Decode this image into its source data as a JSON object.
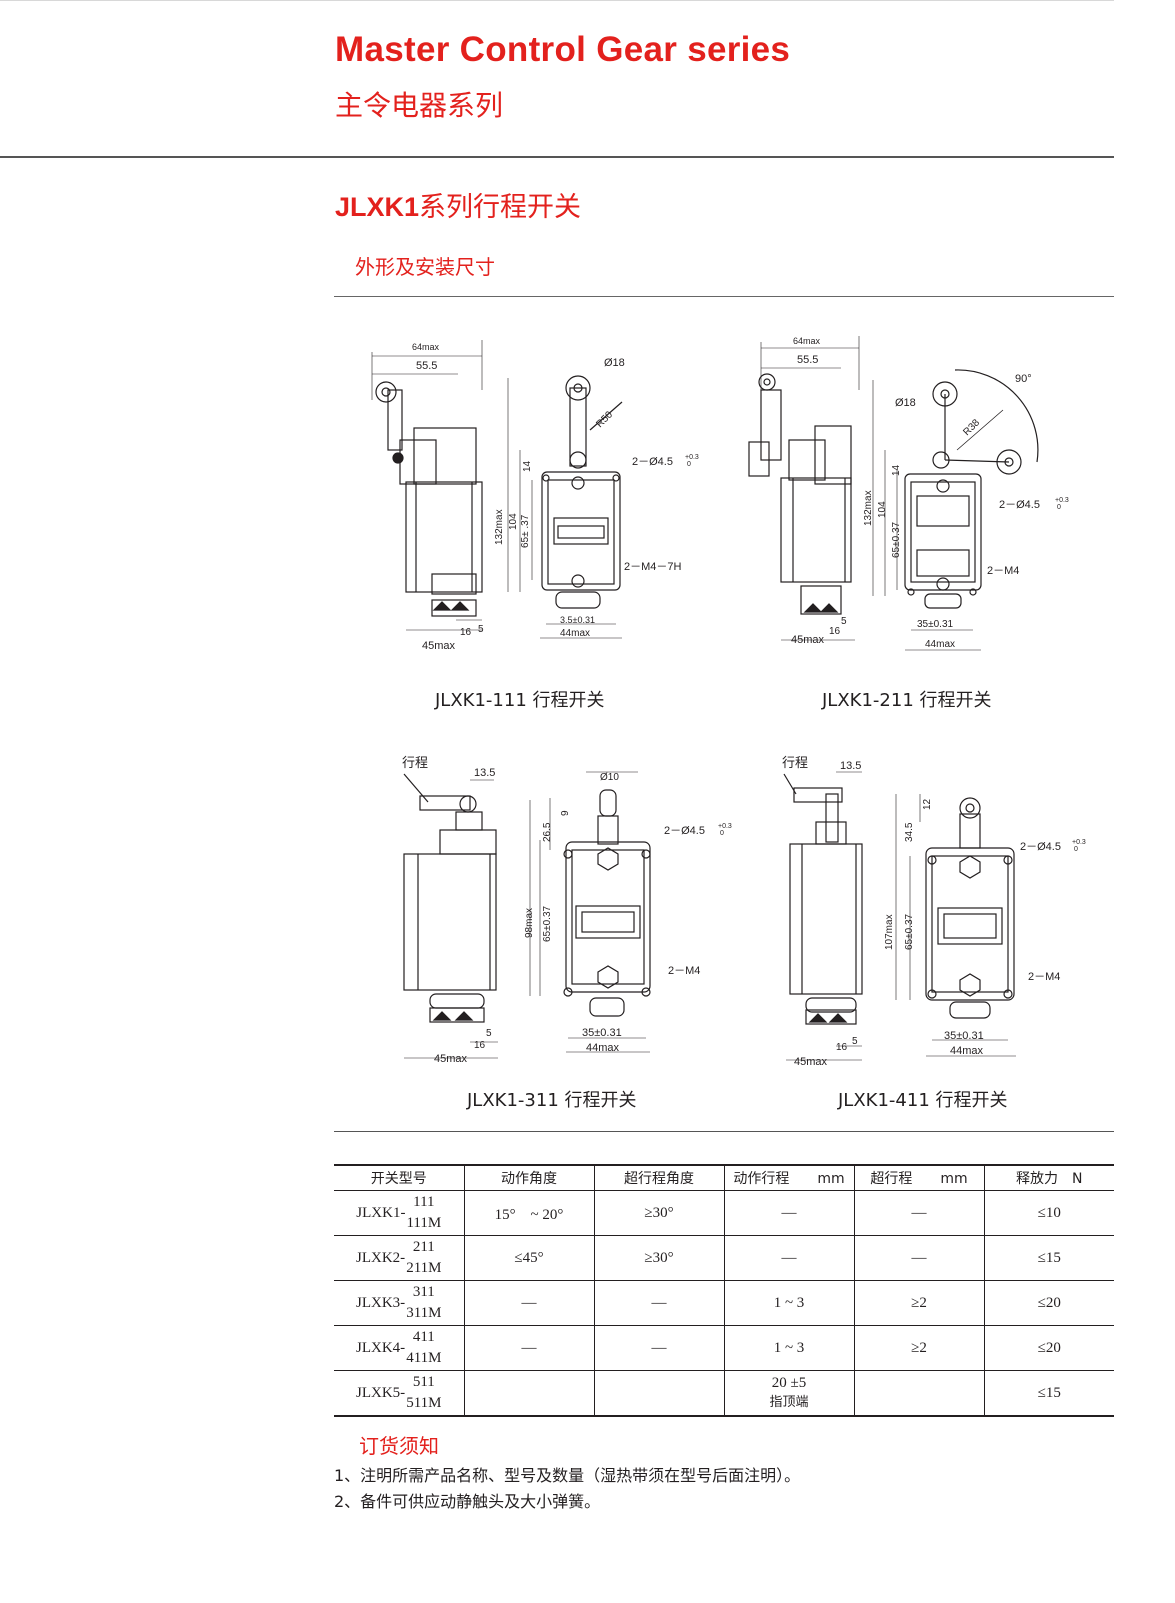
{
  "header": {
    "title_en": "Master Control Gear series",
    "title_cn": "主令电器系列"
  },
  "series": {
    "code": "JLXK1",
    "name": "系列行程开关"
  },
  "section_title": "外形及安装尺寸",
  "drawings": {
    "d111": {
      "caption": "JLXK1-111 行程开关",
      "dims": {
        "max64": "64max",
        "w55": "55.5",
        "dia18": "Ø18",
        "r50": "R50",
        "hole": "2－Ø4.5",
        "tol": "+0.3",
        "tol0": "0",
        "h132": "132max",
        "h104": "104",
        "h65": "65± .37",
        "h14": "14",
        "m4": "2－M4－7H",
        "s35": "3.5±0.31",
        "w44": "44max",
        "d5": "5",
        "d16": "16",
        "w45": "45max"
      }
    },
    "d211": {
      "caption": "JLXK1-211 行程开关",
      "dims": {
        "max64": "64max",
        "w55": "55.5",
        "angle": "90°",
        "dia18": "Ø18",
        "r38": "R38",
        "hole": "2－Ø4.5",
        "tol": "+0.3",
        "tol0": "0",
        "h132": "132max",
        "h104": "104",
        "h65": "65±0.37",
        "h14": "14",
        "m4": "2－M4",
        "s35": "35±0.31",
        "w44": "44max",
        "d5": "5",
        "d16": "16",
        "w45": "45max"
      }
    },
    "d311": {
      "caption": "JLXK1-311 行程开关",
      "dims": {
        "stroke": "行程",
        "w135": "13.5",
        "dia10": "Ø10",
        "h9": "9",
        "h265": "26.5",
        "hole": "2－Ø4.5",
        "tol": "+0.3",
        "tol0": "0",
        "h98": "98max",
        "h65": "65±0.37",
        "m4": "2－M4",
        "s35": "35±0.31",
        "w44": "44max",
        "d5": "5",
        "d16": "16",
        "w45": "45max"
      }
    },
    "d411": {
      "caption": "JLXK1-411 行程开关",
      "dims": {
        "stroke": "行程",
        "w135": "13.5",
        "h12": "12",
        "h345": "34.5",
        "hole": "2－Ø4.5",
        "tol": "+0.3",
        "tol0": "0",
        "h107": "107max",
        "h65": "65±0.37",
        "m4": "2－M4",
        "s35": "35±0.31",
        "w44": "44max",
        "d5": "5",
        "d16": "16",
        "w45": "45max"
      }
    }
  },
  "table": {
    "headers": [
      "开关型号",
      "动作角度",
      "超行程角度",
      "动作行程　　mm",
      "超行程　　mm",
      "释放力　N"
    ],
    "rows": [
      {
        "prefix": "JLXK1-",
        "top": "111",
        "bottom": "111M",
        "angle": "15°　~ 20°",
        "over_angle": "≥30°",
        "stroke": "—",
        "over_stroke": "—",
        "release": "≤10"
      },
      {
        "prefix": "JLXK2-",
        "top": "211",
        "bottom": "211M",
        "angle": "≤45°",
        "over_angle": "≥30°",
        "stroke": "—",
        "over_stroke": "—",
        "release": "≤15"
      },
      {
        "prefix": "JLXK3-",
        "top": "311",
        "bottom": "311M",
        "angle": "—",
        "over_angle": "—",
        "stroke": "1 ~ 3",
        "over_stroke": "≥2",
        "release": "≤20"
      },
      {
        "prefix": "JLXK4-",
        "top": "411",
        "bottom": "411M",
        "angle": "—",
        "over_angle": "—",
        "stroke": "1 ~ 3",
        "over_stroke": "≥2",
        "release": "≤20"
      },
      {
        "prefix": "JLXK5-",
        "top": "511",
        "bottom": "511M",
        "angle": "",
        "over_angle": "",
        "stroke": "20 ±5",
        "stroke_note": "指顶端",
        "over_stroke": "",
        "release": "≤15"
      }
    ]
  },
  "order": {
    "title": "订货须知",
    "notes": [
      "1、注明所需产品名称、型号及数量（湿热带须在型号后面注明）。",
      "2、备件可供应动静触头及大小弹簧。"
    ]
  },
  "colors": {
    "accent": "#e3211d",
    "ink": "#231f20"
  }
}
